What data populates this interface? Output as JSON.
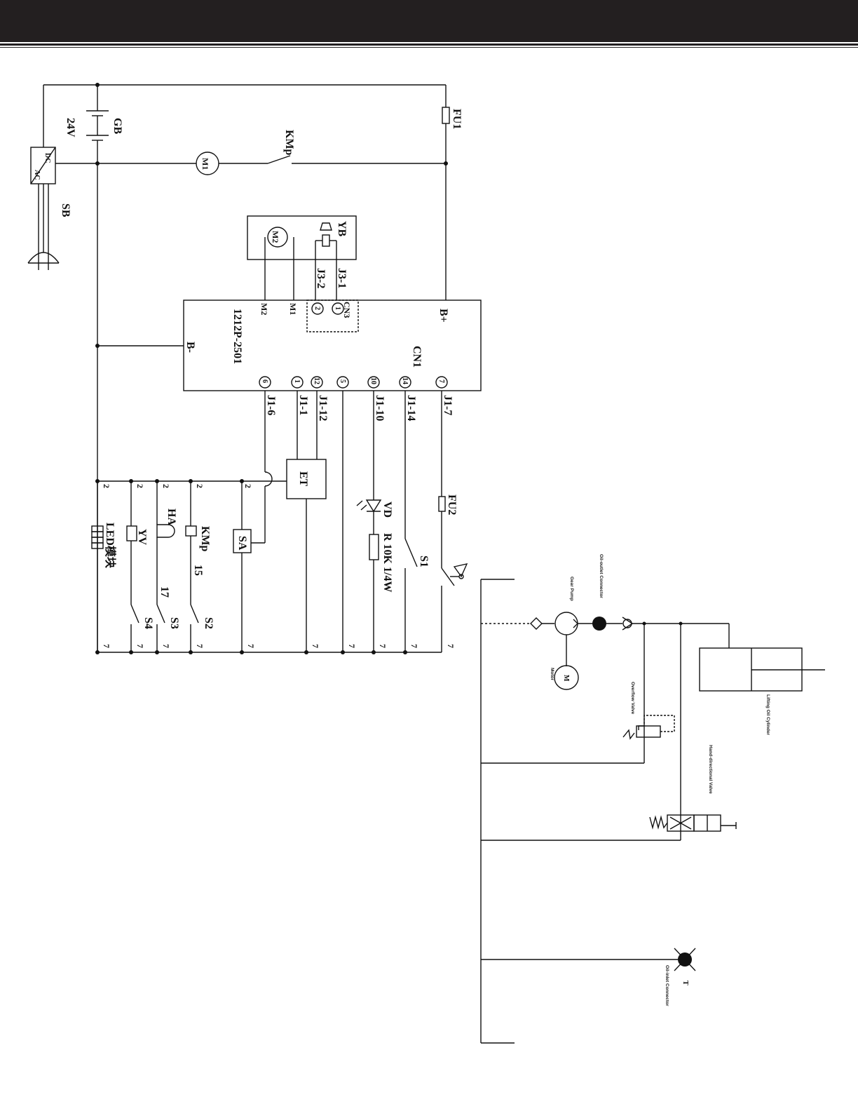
{
  "labels": {
    "gb": "GB",
    "v24": "24V",
    "fu1": "FU1",
    "kmp": "KMp",
    "m1": "M1",
    "dc": "DC",
    "ac": "AC",
    "sb": "SB",
    "m2": "M2",
    "yb": "YB",
    "j31": "J3-1",
    "j32": "J3-2",
    "cn3": "CN3",
    "cn3p1": "1",
    "cn3p2": "2",
    "ctrl_m2": "M2",
    "ctrl_m1": "M1",
    "bplus": "B+",
    "bminus": "B-",
    "model": "1212P-2501",
    "cn1": "CN1",
    "p6": "6",
    "p1": "1",
    "p12": "12",
    "p5": "5",
    "p10": "10",
    "p14": "14",
    "p7": "7",
    "j16": "J1-6",
    "j11": "J1-1",
    "j112": "J1-12",
    "j110": "J1-10",
    "j114": "J1-14",
    "j17": "J1-7",
    "et": "ET",
    "fu2": "FU2",
    "vd": "VD",
    "r": "R 10K 1/4W",
    "s1": "S1",
    "sa": "SA",
    "kmp2": "KMp",
    "n15": "15",
    "ha": "HA",
    "n17": "17",
    "yv": "YV",
    "led": "LED模块",
    "s2": "S2",
    "s3": "S3",
    "s4": "S4",
    "two": "2",
    "seven": "7"
  },
  "hydraulics": {
    "gear_pump": "Gear Pump",
    "oil_outlet": "Oil-outlet Connector",
    "motor": "Motor",
    "motor_m": "M",
    "overflow": "Overflow Valve",
    "cylinder": "Lifting Oil Cylinder",
    "hand_valve": "Hand-directional Valve",
    "oil_inlet": "Oil-inlet Connector",
    "tank": "T"
  }
}
